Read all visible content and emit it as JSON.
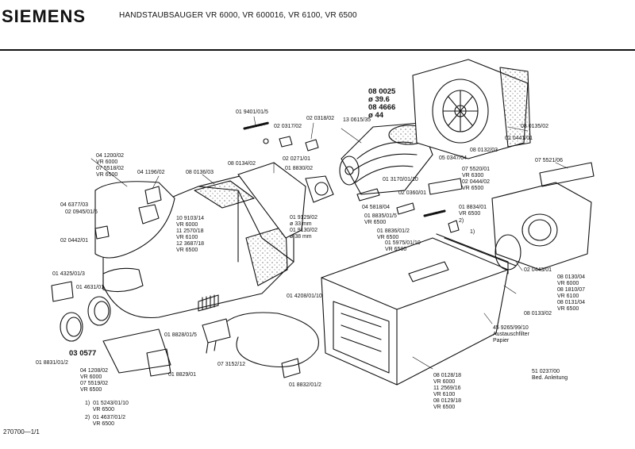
{
  "header": {
    "brand": "SIEMENS",
    "title": "HANDSTAUBSAUGER VR 6000, VR 600016, VR 6100, VR 6500"
  },
  "footer": {
    "code": "270700—1/1"
  },
  "labels": {
    "p01_9401": "01 9401/01/5",
    "p02_0318": "02 0318/02",
    "p02_0317": "02 0317/02",
    "p02_0271": "02 0271/01",
    "p01_8830": "01 8830/02",
    "p08_0134": "08 0134/02",
    "p04_1200": "04 1200/02\nVR 6000\n07 5518/02\nVR 6500",
    "p04_1196": "04 1196/02",
    "p08_0136": "08 0136/03",
    "p04_6377": "04 6377/03",
    "p02_0945": "02 0945/01/6",
    "p02_0442": "02 0442/01",
    "p10_9103": "10 9103/14\nVR 6000\n11 2570/18\nVR 6100\n12 3687/18\nVR 6500",
    "p01_4325": "01 4325/01/3",
    "p01_4631": "01 4631/01",
    "p01_9129": "01 9129/02\nø 33 mm\n01 9130/02\nø 38 mm",
    "p01_4208": "01 4208/01/10",
    "p01_8828": "01 8828/01/5",
    "p03_0577": "03 0577",
    "p01_8831": "01 8831/01/2",
    "p04_1208": "04 1208/02\nVR 6000\n07 5519/02\nVR 6500",
    "p01_8829": "01 8829/01",
    "p07_3152": "07 3152/12",
    "p01_8832": "01 8832/01/2",
    "p08_0025": "08 0025\nø 39.6\n08 4666\nø 44",
    "p13_0615": "13 0615/35",
    "p01_3170": "01 3170/01/10",
    "p04_5818": "04 5818/04",
    "p02_0360": "02 0360/01",
    "p01_8835": "01 8835/01/5\nVR 6500",
    "p01_8836": "01 8836/01/2\nVR 6500",
    "p01_5975": "01 5975/01/10\nVR 6500",
    "p05_0347": "05 0347/04",
    "p07_5520": "07 5520/01\nVR 6300\n02 0444/02\nVR 6500",
    "p01_8834": "01 8834/01\nVR 6500",
    "note2": "2)",
    "note1": "1)",
    "p08_0135": "08 0135/02",
    "p02_0441": "02 0441/01",
    "p08_0132": "08 0132/03",
    "p07_5521": "07 5521/06",
    "p02_0443": "02 0443/01",
    "p08_0130": "08 0130/04\nVR 6000\n08 1810/07\nVR 6100\n08 0131/04\nVR 6500",
    "p08_0133": "08 0133/02",
    "p45_9265": "45 9265/99/10\nAustauschfilter\nPapier",
    "p51_0237": "51 0237/00\nBed. Anleitung",
    "p08_0128": "08 0128/18\nVR 6000\n11 2569/16\nVR 6100\n08 0129/18\nVR 6500",
    "fn1": "1)  01 5243/01/10\n     VR 6500",
    "fn2": "2)  01 4637/01/2\n     VR 6500"
  }
}
